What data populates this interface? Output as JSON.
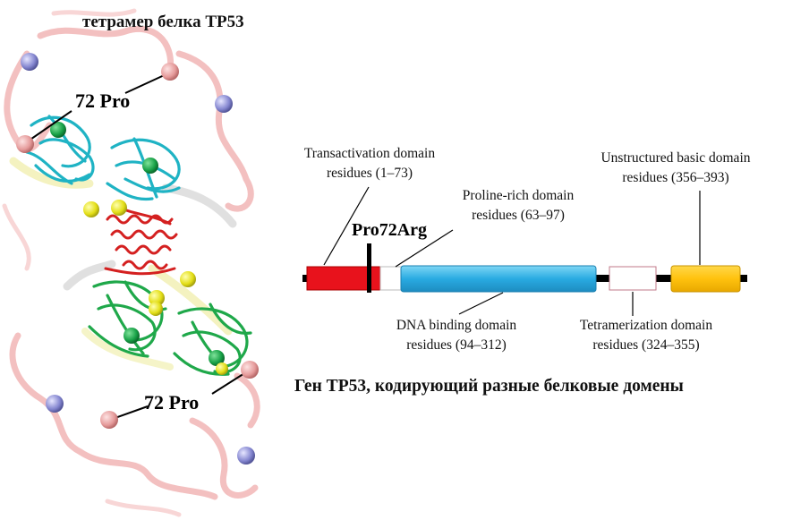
{
  "left_title": "тетрамер белка TP53",
  "pro_label_top": "72 Pro",
  "pro_label_bottom": "72 Pro",
  "mutation_label": "Pro72Arg",
  "caption": "Ген TP53, кодирующий разные белковые домены",
  "domains": {
    "transactivation": {
      "line1": "Transactivation domain",
      "line2": "residues (1–73)",
      "color": "#e8121c"
    },
    "proline_rich": {
      "line1": "Proline-rich domain",
      "line2": "residues (63–97)",
      "color": "#ffffff"
    },
    "dna_binding": {
      "line1": "DNA binding domain",
      "line2": "residues (94–312)",
      "color": "#29abe2"
    },
    "tetramerization": {
      "line1": "Tetramerization domain",
      "line2": "residues (324–355)",
      "color": "#ffffff"
    },
    "basic": {
      "line1": "Unstructured basic domain",
      "line2": "residues (356–393)",
      "color": "#ffc20e"
    }
  },
  "colors": {
    "backbone": "#000000",
    "pro_sphere": "#e9a0a0",
    "blue_sphere": "#8d8fd6",
    "helix": "#d42020",
    "cyan_domain": "#1fb3c4",
    "green_domain": "#1fa84a",
    "yellow_sphere": "#e6e21e",
    "disordered": "#f2b6b6"
  }
}
